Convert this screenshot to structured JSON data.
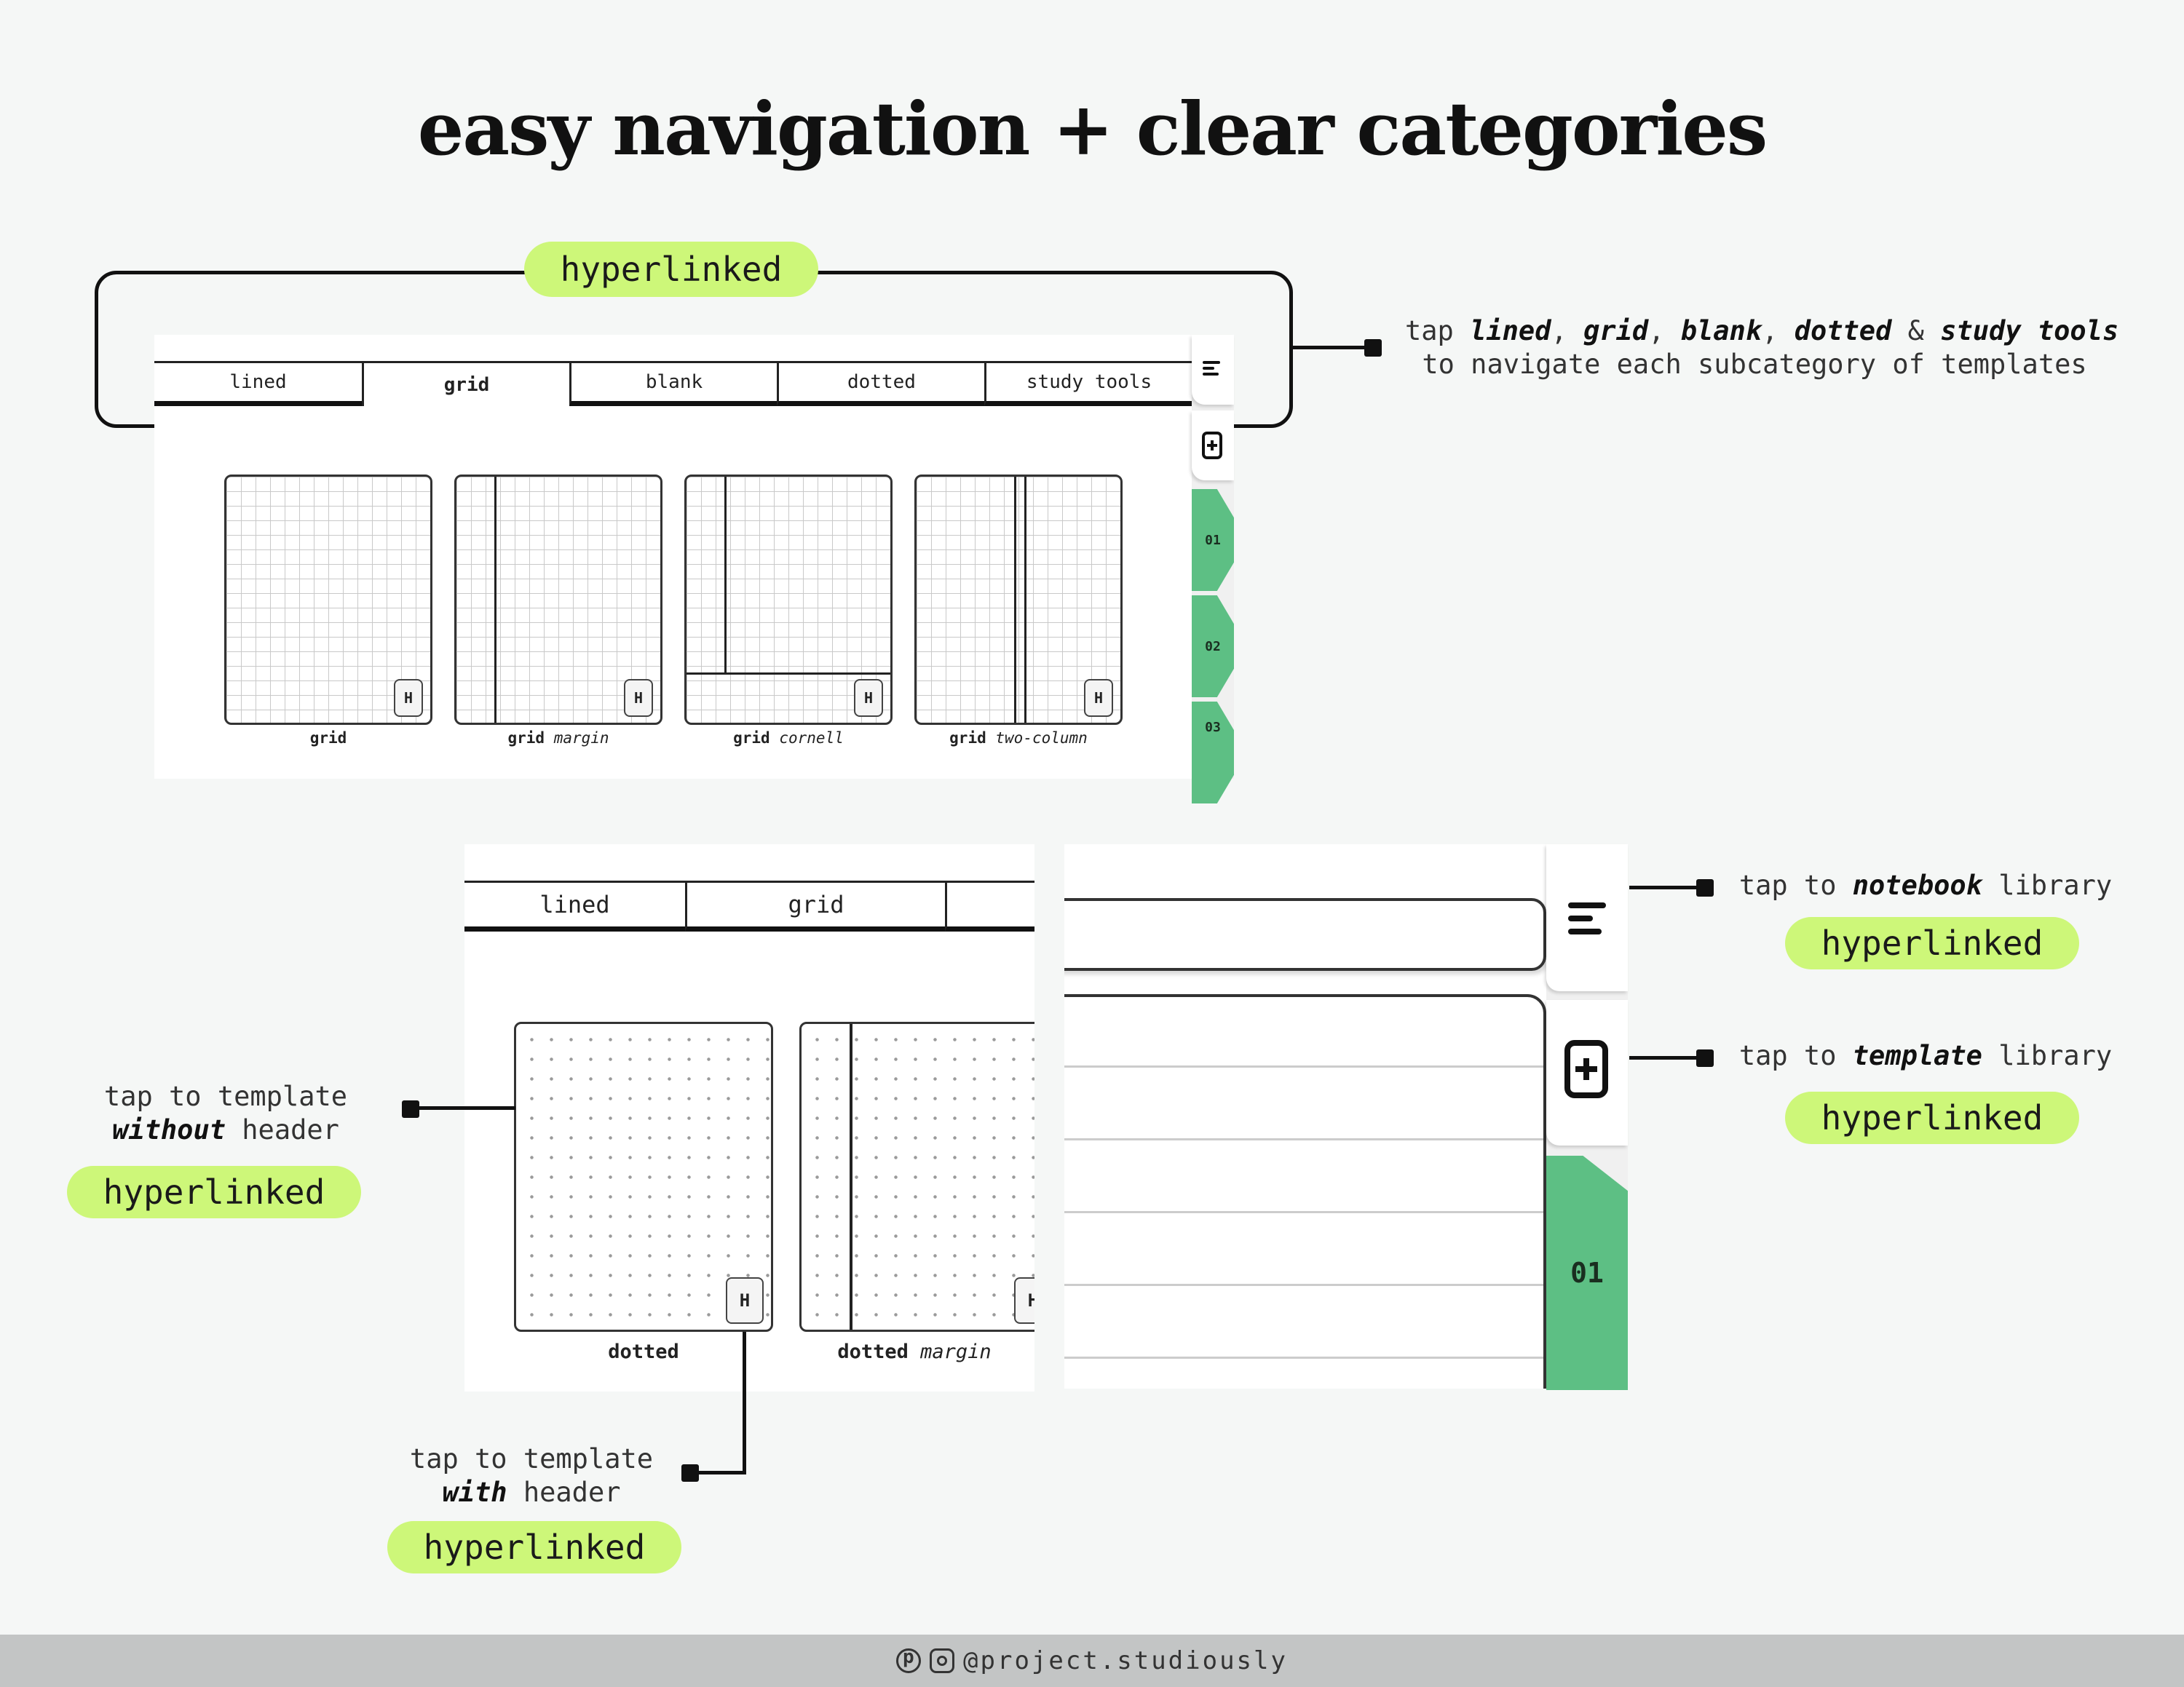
{
  "title": "easy navigation + clear categories",
  "pill_label": "hyperlinked",
  "top_panel": {
    "tabs": [
      "lined",
      "grid",
      "blank",
      "dotted",
      "study tools"
    ],
    "active_tab": "grid",
    "templates": [
      {
        "name": "grid",
        "variant": ""
      },
      {
        "name": "grid",
        "variant": "margin"
      },
      {
        "name": "grid",
        "variant": "cornell"
      },
      {
        "name": "grid",
        "variant": "two-column"
      }
    ],
    "header_button": "H",
    "side_tabs": [
      "01",
      "02",
      "03"
    ]
  },
  "notes": {
    "tabs_note": {
      "w1": "tap",
      "lined": "lined",
      "sep1": ",",
      "grid": "grid",
      "sep2": ",",
      "blank": "blank",
      "sep3": ",",
      "dotted": "dotted",
      "amp": "&",
      "study": "study tools",
      "line2": "to navigate each subcategory of templates"
    },
    "notebook_note": {
      "pre": "tap to",
      "em": "notebook",
      "post": "library"
    },
    "template_note": {
      "pre": "tap to",
      "em": "template",
      "post": "library"
    },
    "without_note": {
      "line1": "tap to template",
      "em": "without",
      "post": "header"
    },
    "with_note": {
      "line1": "tap to template",
      "em": "with",
      "post": "header"
    }
  },
  "bottom_left_panel": {
    "tabs": [
      "lined",
      "grid"
    ],
    "templates": [
      {
        "name": "dotted",
        "variant": ""
      },
      {
        "name": "dotted",
        "variant": "margin"
      }
    ],
    "header_button": "H"
  },
  "bottom_right_panel": {
    "side_tab": "01"
  },
  "footer": {
    "handle": "@project.studiously"
  }
}
